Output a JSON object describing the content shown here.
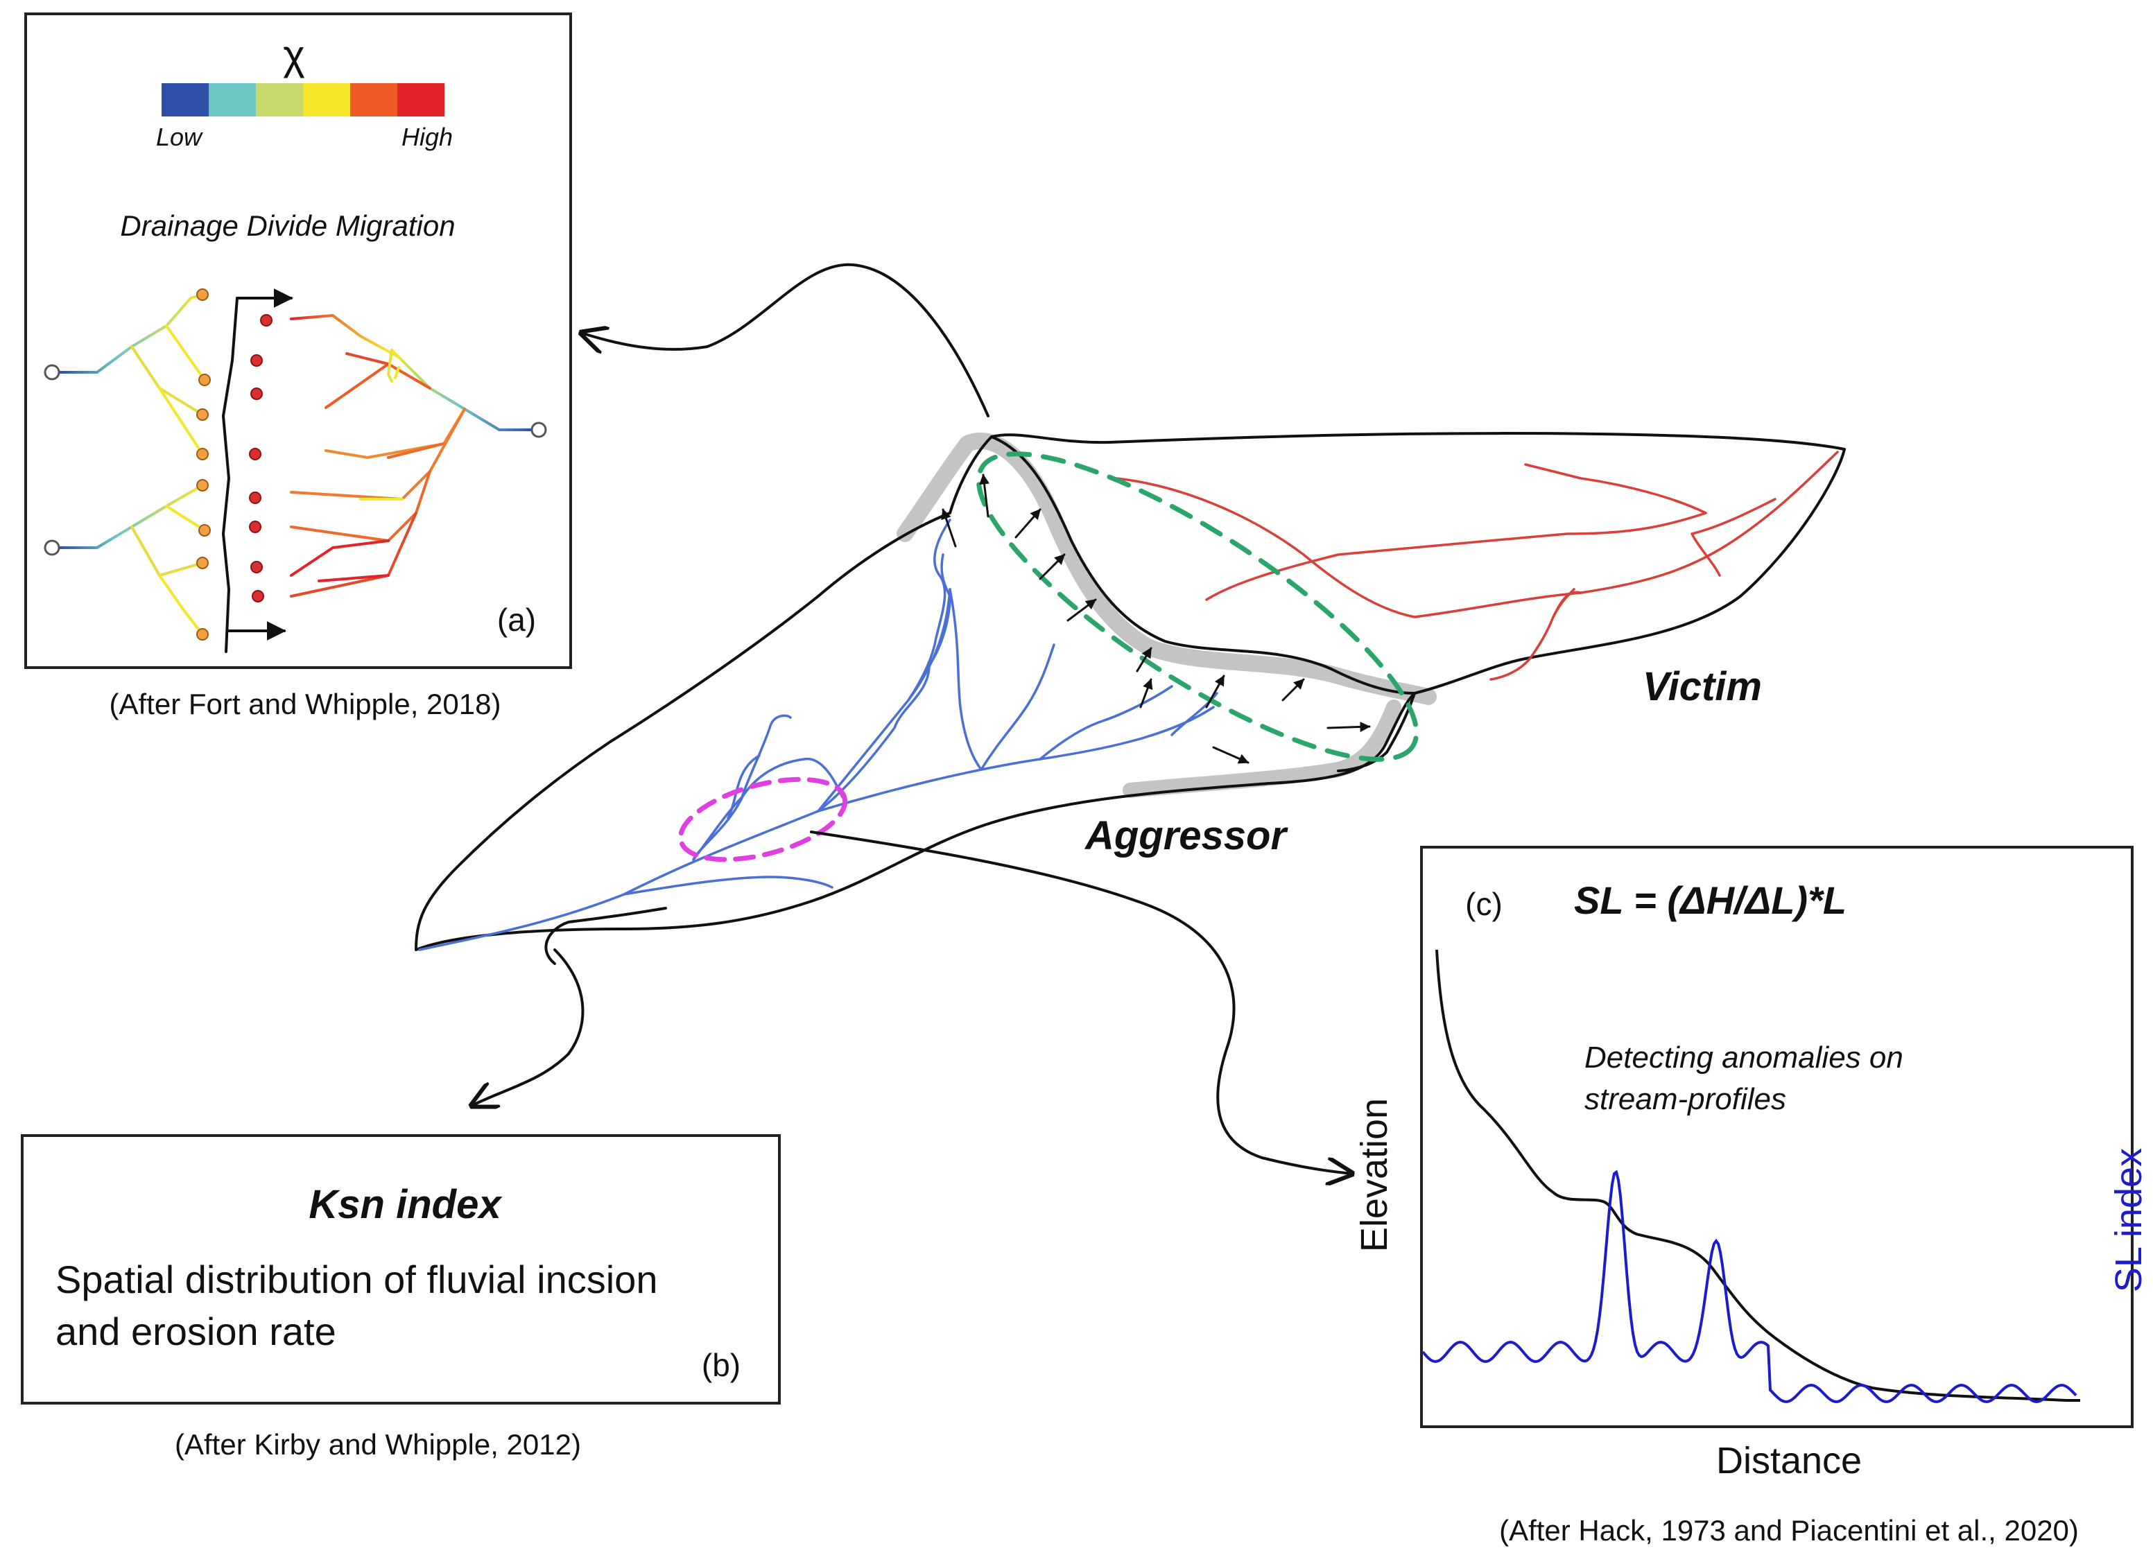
{
  "panel_a": {
    "chi_symbol": "χ",
    "legend_low": "Low",
    "legend_high": "High",
    "legend_colors": [
      "#2f4fa8",
      "#6cc6c2",
      "#c7d96a",
      "#f5e62c",
      "#ef5b25",
      "#e2232a"
    ],
    "title": "Drainage Divide Migration",
    "label": "(a)",
    "citation": "(After Fort and Whipple, 2018)"
  },
  "panel_b": {
    "title": "Ksn index",
    "text_line1": "Spatial distribution of fluvial incsion",
    "text_line2": "and erosion rate",
    "label": "(b)",
    "citation": "(After Kirby and Whipple, 2012)"
  },
  "panel_c": {
    "label": "(c)",
    "formula": "SL = (ΔH/ΔL)*L",
    "note_line1": "Detecting anomalies on",
    "note_line2": "stream-profiles",
    "y_label_left": "Elevation",
    "y_label_right": "SL index",
    "x_label": "Distance",
    "citation": "(After Hack, 1973 and Piacentini et al., 2020)"
  },
  "basins": {
    "victim": "Victim",
    "aggressor": "Aggressor"
  },
  "colors": {
    "aggressor_streams": "#4a6fd6",
    "victim_streams": "#d9403a",
    "divide_zone": "#2aa66a",
    "anomaly_zone": "#e040e0",
    "sl_curve": "#1c1ccc"
  }
}
